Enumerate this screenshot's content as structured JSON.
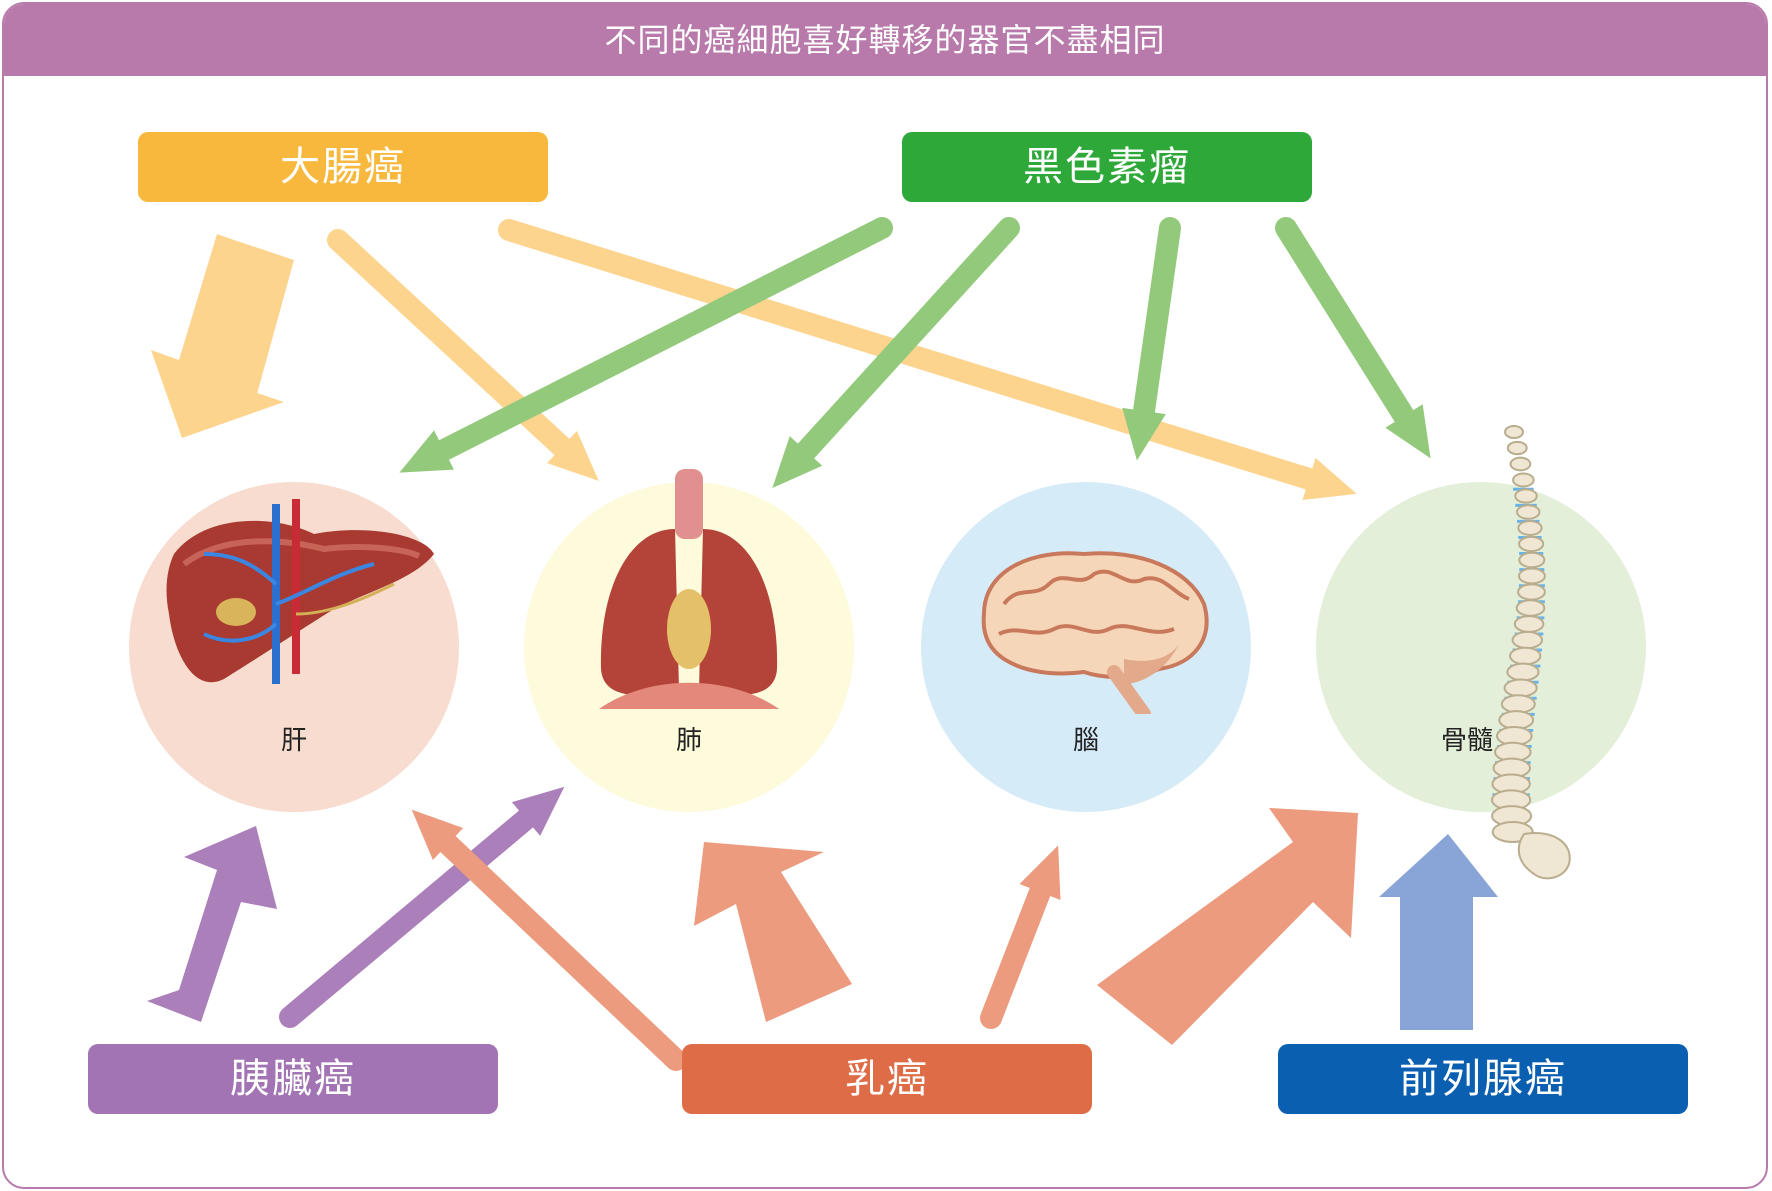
{
  "title": "不同的癌細胞喜好轉移的器官不盡相同",
  "cancers": {
    "colorectal": "大腸癌",
    "melanoma": "黑色素瘤",
    "pancreatic": "胰臟癌",
    "breast": "乳癌",
    "prostate": "前列腺癌"
  },
  "organs": {
    "liver": "肝",
    "lung": "肺",
    "brain": "腦",
    "bone_marrow": "骨髓"
  },
  "colors": {
    "title_bar": "#b87aab",
    "colorectal": "#f7b83d",
    "colorectal_arrow": "#fcd48e",
    "melanoma": "#2fa83a",
    "melanoma_arrow": "#93c97b",
    "pancreatic": "#a274b3",
    "pancreatic_arrow": "#ab7fba",
    "breast": "#dd6c47",
    "breast_arrow": "#ec9b7e",
    "prostate": "#0b5fb0",
    "prostate_arrow": "#89a5d7",
    "liver_bg": "#f7dccf",
    "lung_bg": "#fdfbdc",
    "brain_bg": "#d6ebf8",
    "bone_bg": "#e4efd9"
  },
  "metastasis_links": [
    {
      "from": "大腸癌",
      "to": "肝"
    },
    {
      "from": "大腸癌",
      "to": "肺"
    },
    {
      "from": "大腸癌",
      "to": "骨髓"
    },
    {
      "from": "黑色素瘤",
      "to": "肝"
    },
    {
      "from": "黑色素瘤",
      "to": "肺"
    },
    {
      "from": "黑色素瘤",
      "to": "腦"
    },
    {
      "from": "黑色素瘤",
      "to": "骨髓"
    },
    {
      "from": "胰臟癌",
      "to": "肝"
    },
    {
      "from": "胰臟癌",
      "to": "肺"
    },
    {
      "from": "乳癌",
      "to": "肝"
    },
    {
      "from": "乳癌",
      "to": "肺"
    },
    {
      "from": "乳癌",
      "to": "腦"
    },
    {
      "from": "乳癌",
      "to": "骨髓"
    },
    {
      "from": "前列腺癌",
      "to": "骨髓"
    }
  ],
  "icons": [
    "liver-illustration",
    "lung-illustration",
    "brain-illustration",
    "spine-illustration"
  ]
}
